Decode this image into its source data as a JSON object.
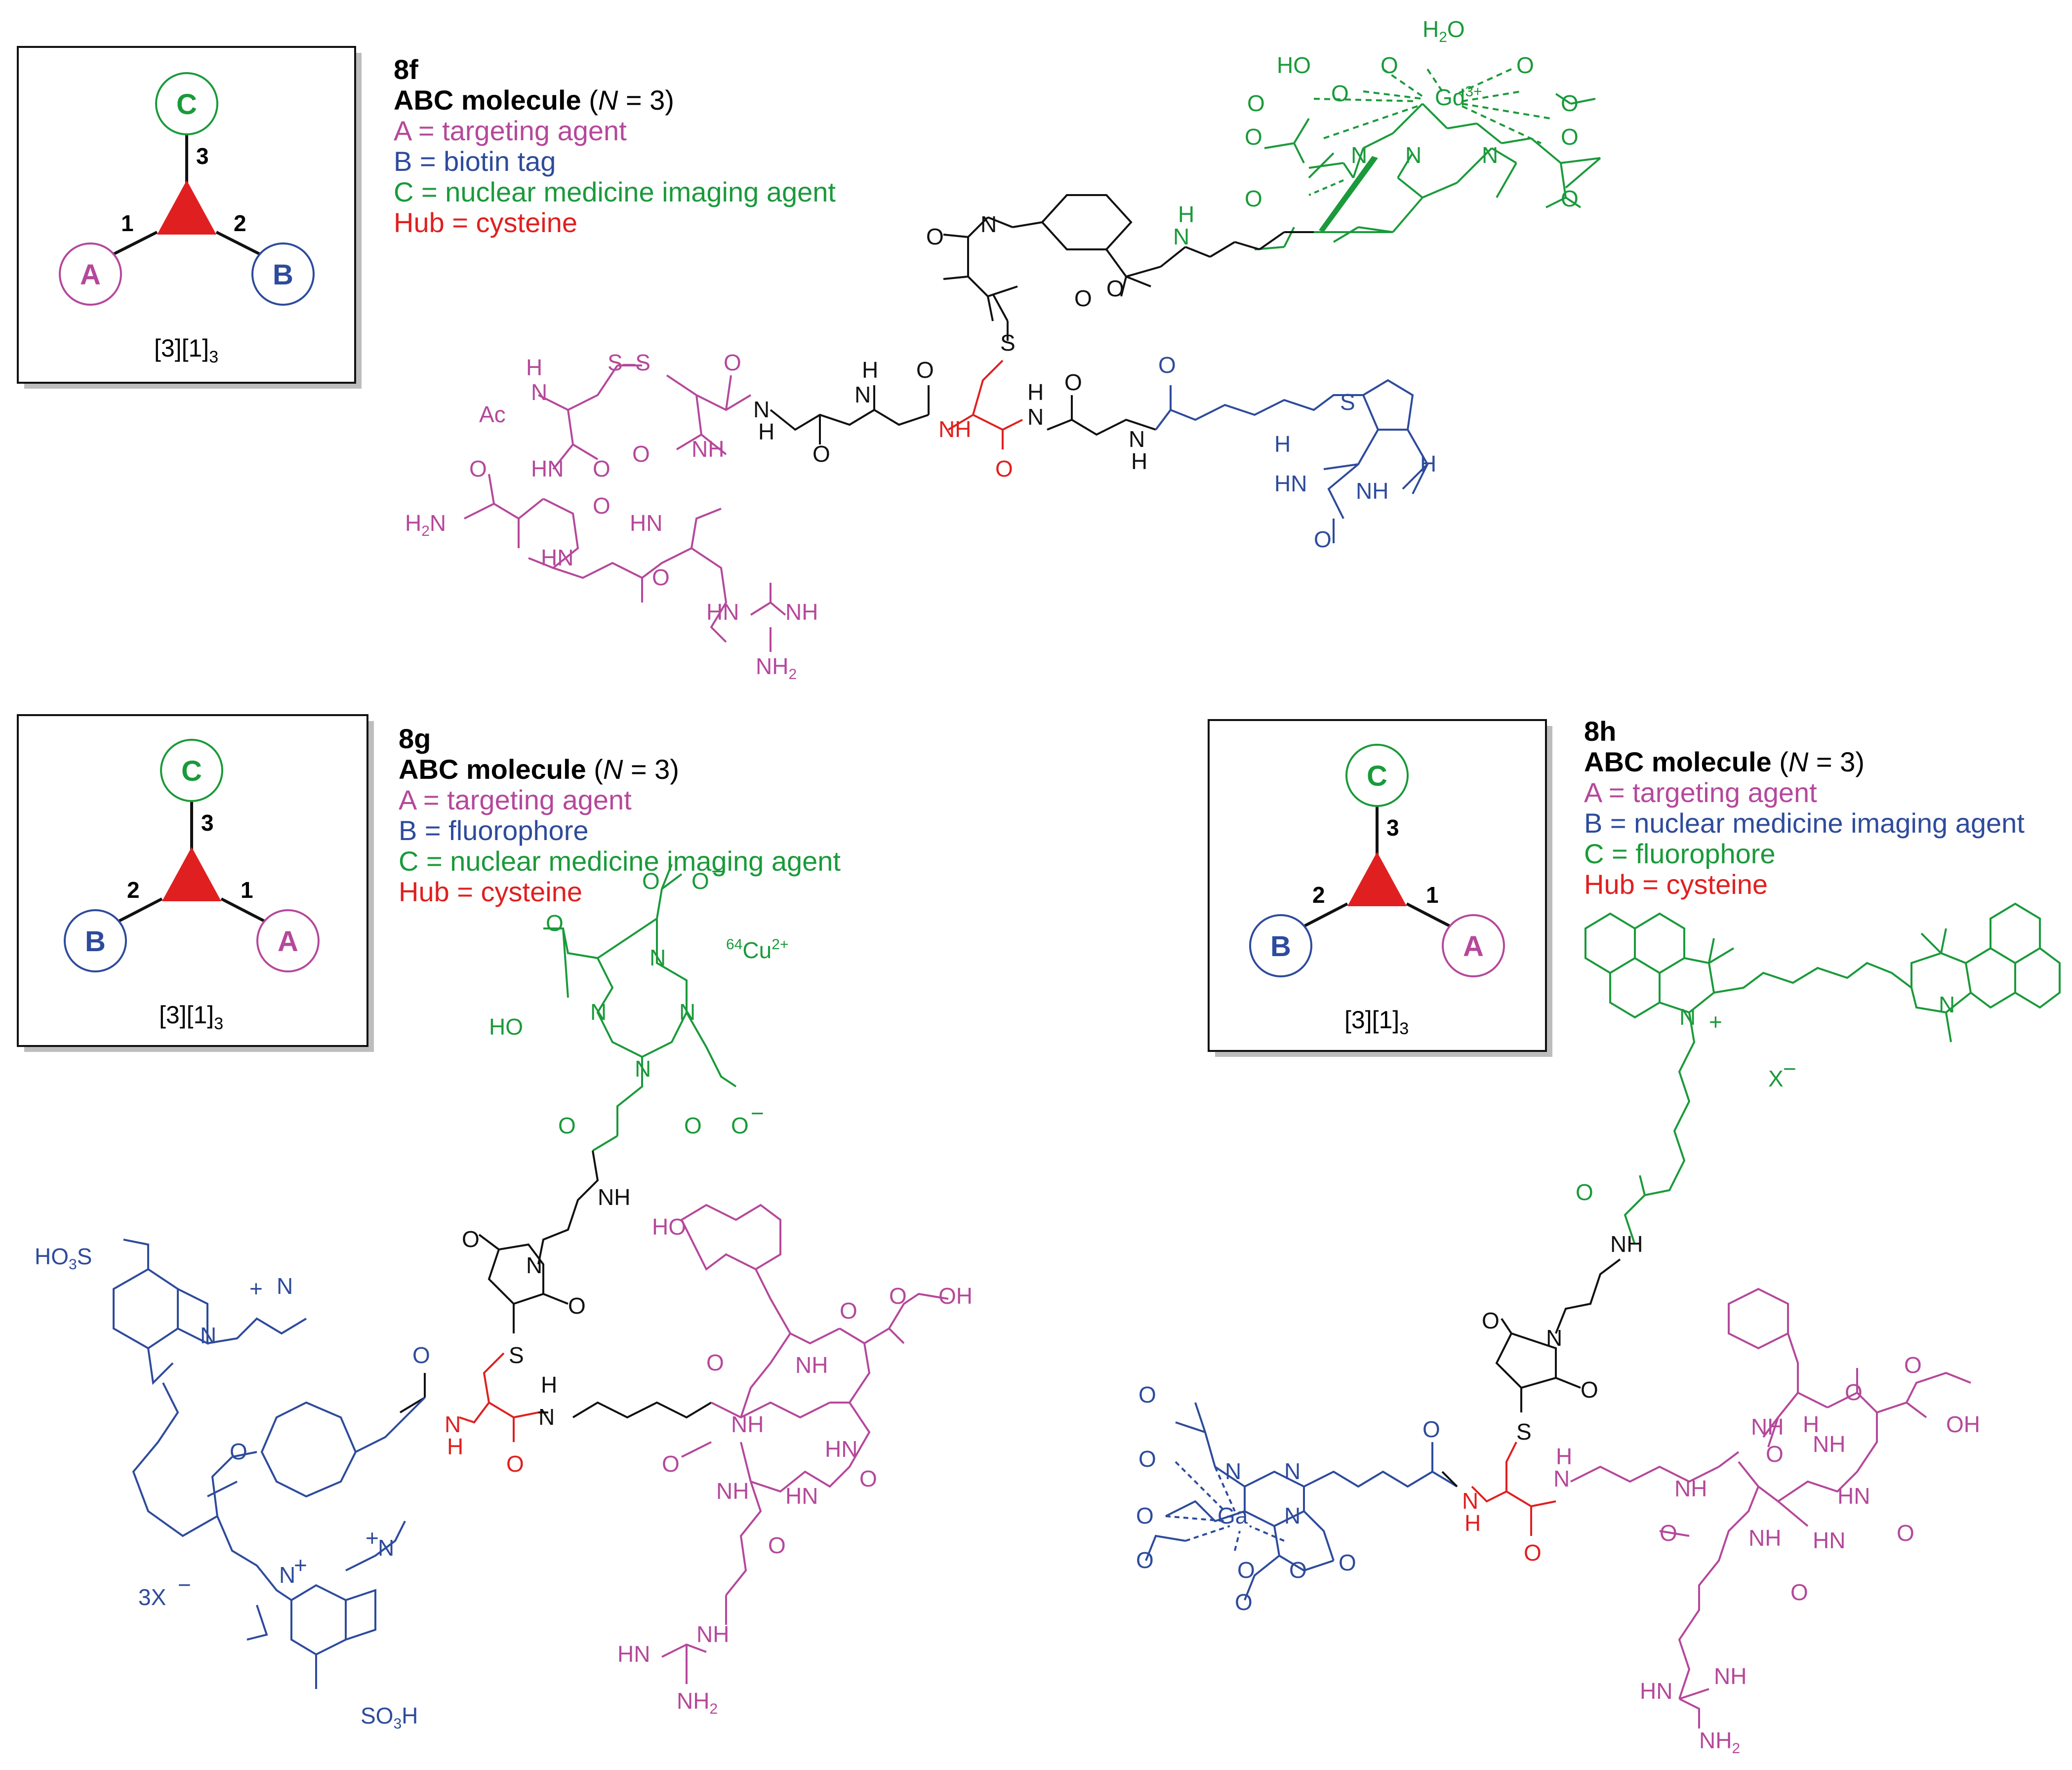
{
  "colors": {
    "A": "#b5489b",
    "B": "#2e4b9c",
    "C": "#1a9a3a",
    "hub": "#e02020",
    "linker": "#111111",
    "box_shadow": "#bdbdbd"
  },
  "panels": [
    {
      "id": "8f",
      "compound": "8f",
      "title": "ABC molecule",
      "n_label": "N",
      "n_value": "= 3)",
      "legend": [
        {
          "text": "A = targeting agent",
          "role": "A"
        },
        {
          "text": "B = biotin tag",
          "role": "B"
        },
        {
          "text": "C = nuclear medicine imaging agent",
          "role": "C"
        },
        {
          "text": "Hub = cysteine",
          "role": "hub"
        }
      ],
      "topology": {
        "nodes": {
          "top": "C",
          "left": "A",
          "right": "B"
        },
        "arms": {
          "top": "3",
          "left": "1",
          "right": "2"
        },
        "topology_main": "[3][1]",
        "topology_sub": "3"
      },
      "labels": {
        "gd": "Gd",
        "gd_charge": "3+",
        "water": "H",
        "water_sub": "2",
        "water_o": "O",
        "ho": "HO",
        "o": "O",
        "n": "N",
        "h": "H",
        "s": "S",
        "nh": "NH",
        "hn": "HN",
        "ac": "Ac",
        "h2n": "H",
        "h2n_sub": "2",
        "h2n_n": "N",
        "nh2": "NH",
        "nh2_sub": "2",
        "s_s": "S–S"
      }
    },
    {
      "id": "8g",
      "compound": "8g",
      "title": "ABC molecule",
      "n_label": "N",
      "n_value": "= 3)",
      "legend": [
        {
          "text": "A = targeting agent",
          "role": "A"
        },
        {
          "text": "B = fluorophore",
          "role": "B"
        },
        {
          "text": "C = nuclear medicine imaging agent",
          "role": "C"
        },
        {
          "text": "Hub = cysteine",
          "role": "hub"
        }
      ],
      "topology": {
        "nodes": {
          "top": "C",
          "left": "B",
          "right": "A"
        },
        "arms": {
          "top": "3",
          "left": "2",
          "right": "1"
        },
        "topology_main": "[3][1]",
        "topology_sub": "3"
      },
      "labels": {
        "cu_mass": "64",
        "cu": "Cu",
        "cu_charge": "2+",
        "ho": "HO",
        "o": "O",
        "n": "N",
        "nh": "NH",
        "hn": "HN",
        "h": "H",
        "s": "S",
        "oh": "OH",
        "ho3s": "HO",
        "ho3s_sub": "3",
        "ho3s_s": "S",
        "so3h": "SO",
        "so3h_sub": "3",
        "so3h_h": "H",
        "x3": "3X",
        "nh2": "NH",
        "nh2_sub": "2",
        "nme3": "N",
        "plus": "+",
        "minus": "−"
      }
    },
    {
      "id": "8h",
      "compound": "8h",
      "title": "ABC molecule",
      "n_label": "N",
      "n_value": "= 3)",
      "legend": [
        {
          "text": "A = targeting agent",
          "role": "A"
        },
        {
          "text": "B = nuclear medicine imaging agent",
          "role": "B"
        },
        {
          "text": "C = fluorophore",
          "role": "C"
        },
        {
          "text": "Hub = cysteine",
          "role": "hub"
        }
      ],
      "topology": {
        "nodes": {
          "top": "C",
          "left": "B",
          "right": "A"
        },
        "arms": {
          "top": "3",
          "left": "2",
          "right": "1"
        },
        "topology_main": "[3][1]",
        "topology_sub": "3"
      },
      "labels": {
        "ga": "Ga",
        "x": "X",
        "o": "O",
        "n": "N",
        "nh": "NH",
        "hn": "HN",
        "h": "H",
        "s": "S",
        "oh": "OH",
        "nh2": "NH",
        "nh2_sub": "2",
        "plus": "+",
        "minus": "−"
      }
    }
  ]
}
